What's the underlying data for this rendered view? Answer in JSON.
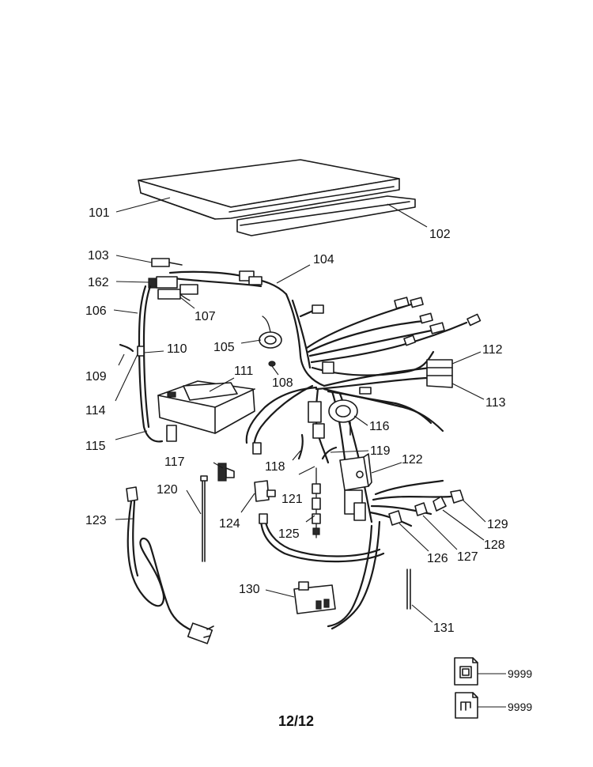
{
  "callouts": {
    "c101": "101",
    "c102": "102",
    "c103": "103",
    "c104": "104",
    "c105": "105",
    "c106": "106",
    "c107": "107",
    "c108": "108",
    "c109": "109",
    "c110": "110",
    "c111": "111",
    "c112": "112",
    "c113": "113",
    "c114": "114",
    "c115": "115",
    "c116": "116",
    "c117": "117",
    "c118": "118",
    "c119": "119",
    "c120": "120",
    "c121": "121",
    "c122": "122",
    "c123": "123",
    "c124": "124",
    "c125": "125",
    "c126": "126",
    "c127": "127",
    "c128": "128",
    "c129": "129",
    "c130": "130",
    "c131": "131",
    "c162": "162"
  },
  "legend": {
    "code_1": "9999",
    "code_2": "9999"
  },
  "page_indicator": "12/12"
}
